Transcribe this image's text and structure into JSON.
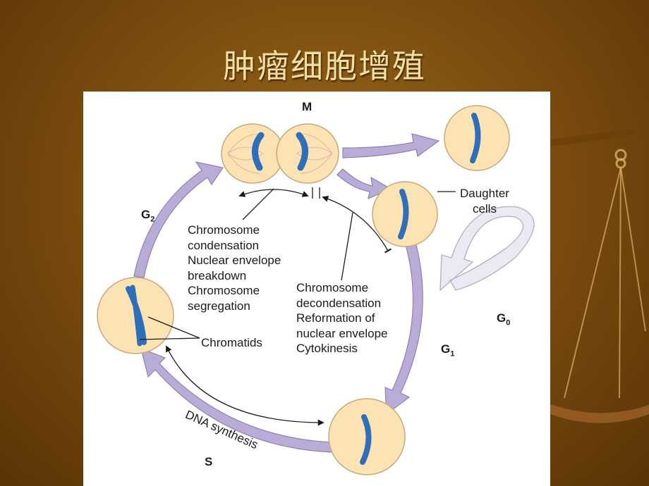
{
  "slide": {
    "title": "肿瘤细胞增殖"
  },
  "diagram": {
    "phases": {
      "m": "M",
      "g2_main": "G",
      "g2_sub": "2",
      "s": "S",
      "g1_main": "G",
      "g1_sub": "1",
      "g0_main": "G",
      "g0_sub": "0"
    },
    "labels": {
      "daughter_cells": "Daughter\ncells",
      "chromatids": "Chromatids",
      "m_early": "Chromosome\ncondensation\nNuclear envelope\nbreakdown\nChromosome\nsegregation",
      "m_late": "Chromosome\ndecondensation\nReformation of\nnuclear envelope\nCytokinesis",
      "dna_synthesis": "DNA synthesis"
    },
    "colors": {
      "cell_fill": "#fbe3b4",
      "cell_stroke": "#c8a87a",
      "chromosome": "#2e6fb8",
      "arrow": "#b9acd6",
      "arrow_edge": "#8f80b8",
      "g0_arrow": "#e4e0ee"
    }
  }
}
